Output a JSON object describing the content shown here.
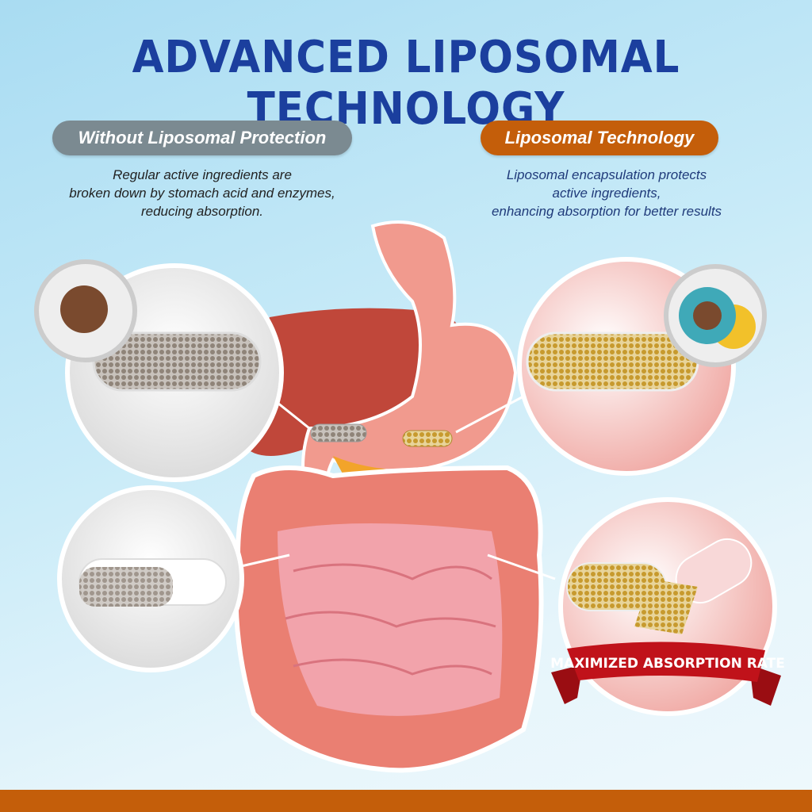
{
  "title": "ADVANCED LIPOSOMAL TECHNOLOGY",
  "left": {
    "label": "Without Liposomal Protection",
    "description_lines": [
      "Regular active ingredients are",
      "broken down by stomach acid and enzymes,",
      "reducing absorption."
    ]
  },
  "right": {
    "label": "Liposomal Technology",
    "description_lines": [
      "Liposomal encapsulation protects",
      "active ingredients,",
      "enhancing absorption for better results"
    ]
  },
  "ribbon": "MAXIMIZED ABSORPTION RATE",
  "colors": {
    "title": "#1b3f9e",
    "left_pill": "#7b8a91",
    "right_pill": "#c45e0a",
    "ribbon": "#c0121a",
    "bottom_bar": "#c45e0a"
  }
}
